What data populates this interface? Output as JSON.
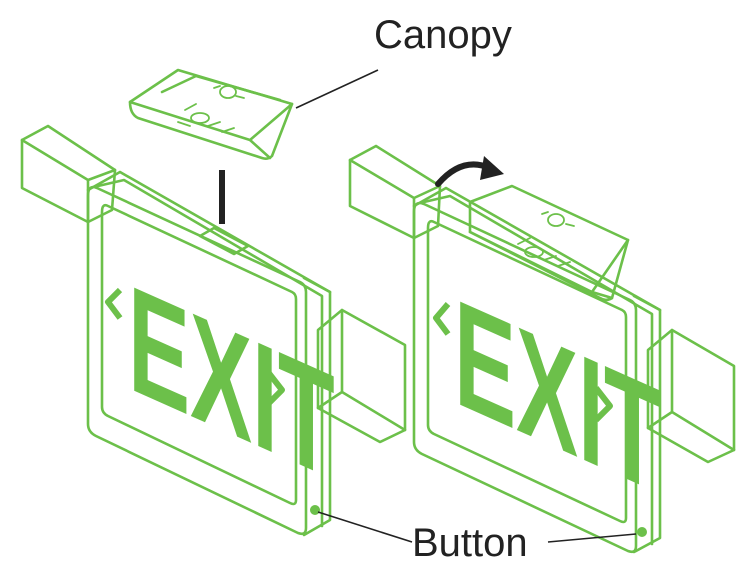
{
  "labels": {
    "canopy": "Canopy",
    "button": "Button",
    "sign_text_left": "EXIT",
    "sign_text_right": "EXIT"
  },
  "colors": {
    "sign_green": "#6cc04a",
    "line_black": "#222222",
    "background": "#ffffff"
  },
  "icons": {
    "rotation_arrow": "curved-arrow-icon",
    "down_arrow": "insert-arrow"
  }
}
